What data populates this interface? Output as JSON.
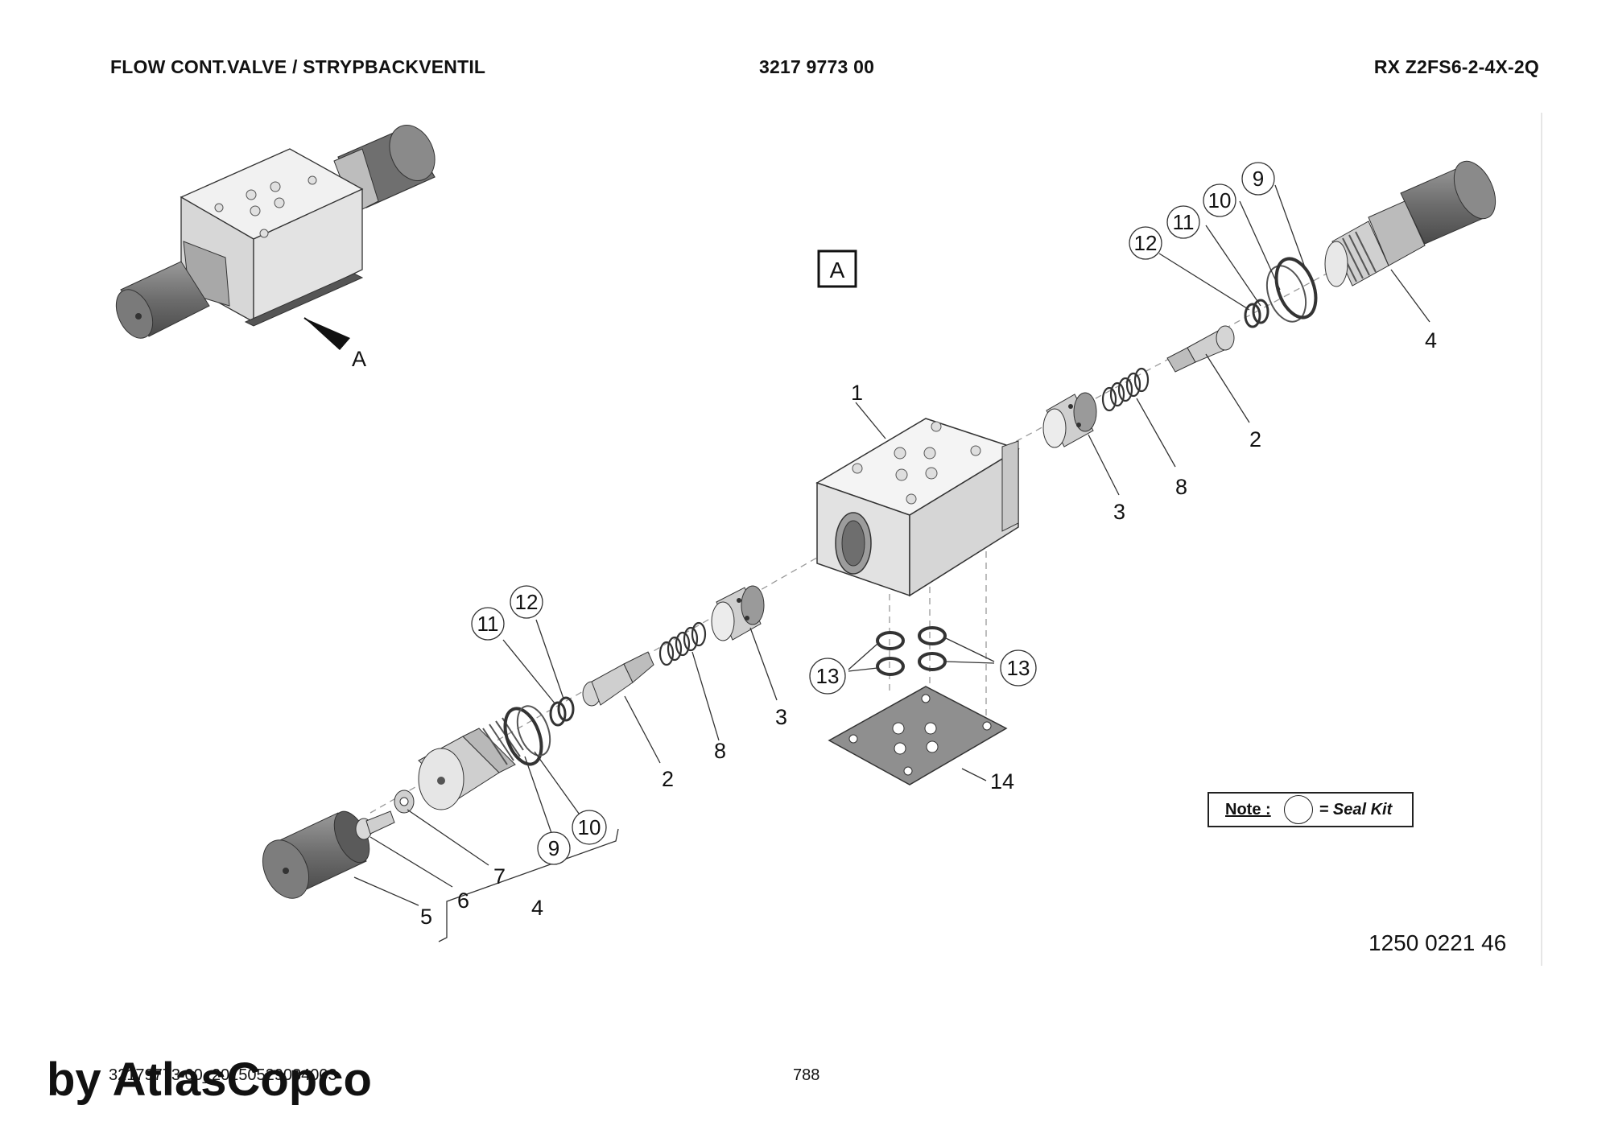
{
  "header": {
    "title": "FLOW CONT.VALVE / STRYPBACKVENTIL",
    "part_number": "3217 9773 00",
    "model": "RX Z2FS6-2-4X-2Q"
  },
  "view_marker": "A",
  "arrow_label": "A",
  "callouts": {
    "c1": "1",
    "c2a": "2",
    "c2b": "2",
    "c3a": "3",
    "c3b": "3",
    "c4a": "4",
    "c4b": "4",
    "c5": "5",
    "c6": "6",
    "c7": "7",
    "c8a": "8",
    "c8b": "8",
    "c9a": "9",
    "c9b": "9",
    "c10a": "10",
    "c10b": "10",
    "c11a": "11",
    "c11b": "11",
    "c12a": "12",
    "c12b": "12",
    "c13a": "13",
    "c13b": "13",
    "c14": "14"
  },
  "note": {
    "label": "Note :",
    "text": "= Seal Kit"
  },
  "drawing_number": "1250 0221 46",
  "footer": {
    "code": "32179773 00_20150529084003",
    "page": "788"
  },
  "watermark": "by AtlasCopco"
}
